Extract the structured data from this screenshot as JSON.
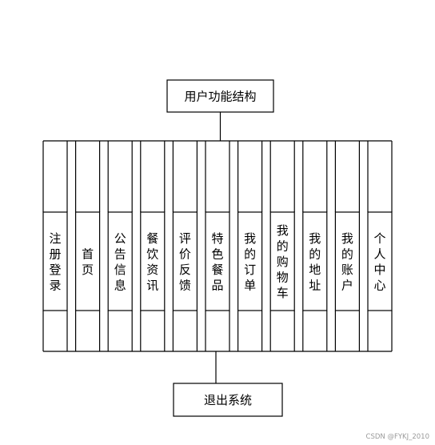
{
  "top_node": {
    "label": "用户功能结构"
  },
  "modules": [
    {
      "label": "注册登录"
    },
    {
      "label": "首页"
    },
    {
      "label": "公告信息"
    },
    {
      "label": "餐饮资讯"
    },
    {
      "label": "评价反馈"
    },
    {
      "label": "特色餐品"
    },
    {
      "label": "我的订单"
    },
    {
      "label": "我的购物车"
    },
    {
      "label": "我的地址"
    },
    {
      "label": "我的账户"
    },
    {
      "label": "个人中心"
    }
  ],
  "bottom_node": {
    "label": "退出系统"
  },
  "watermark": "CSDN @FYKJ_2010"
}
